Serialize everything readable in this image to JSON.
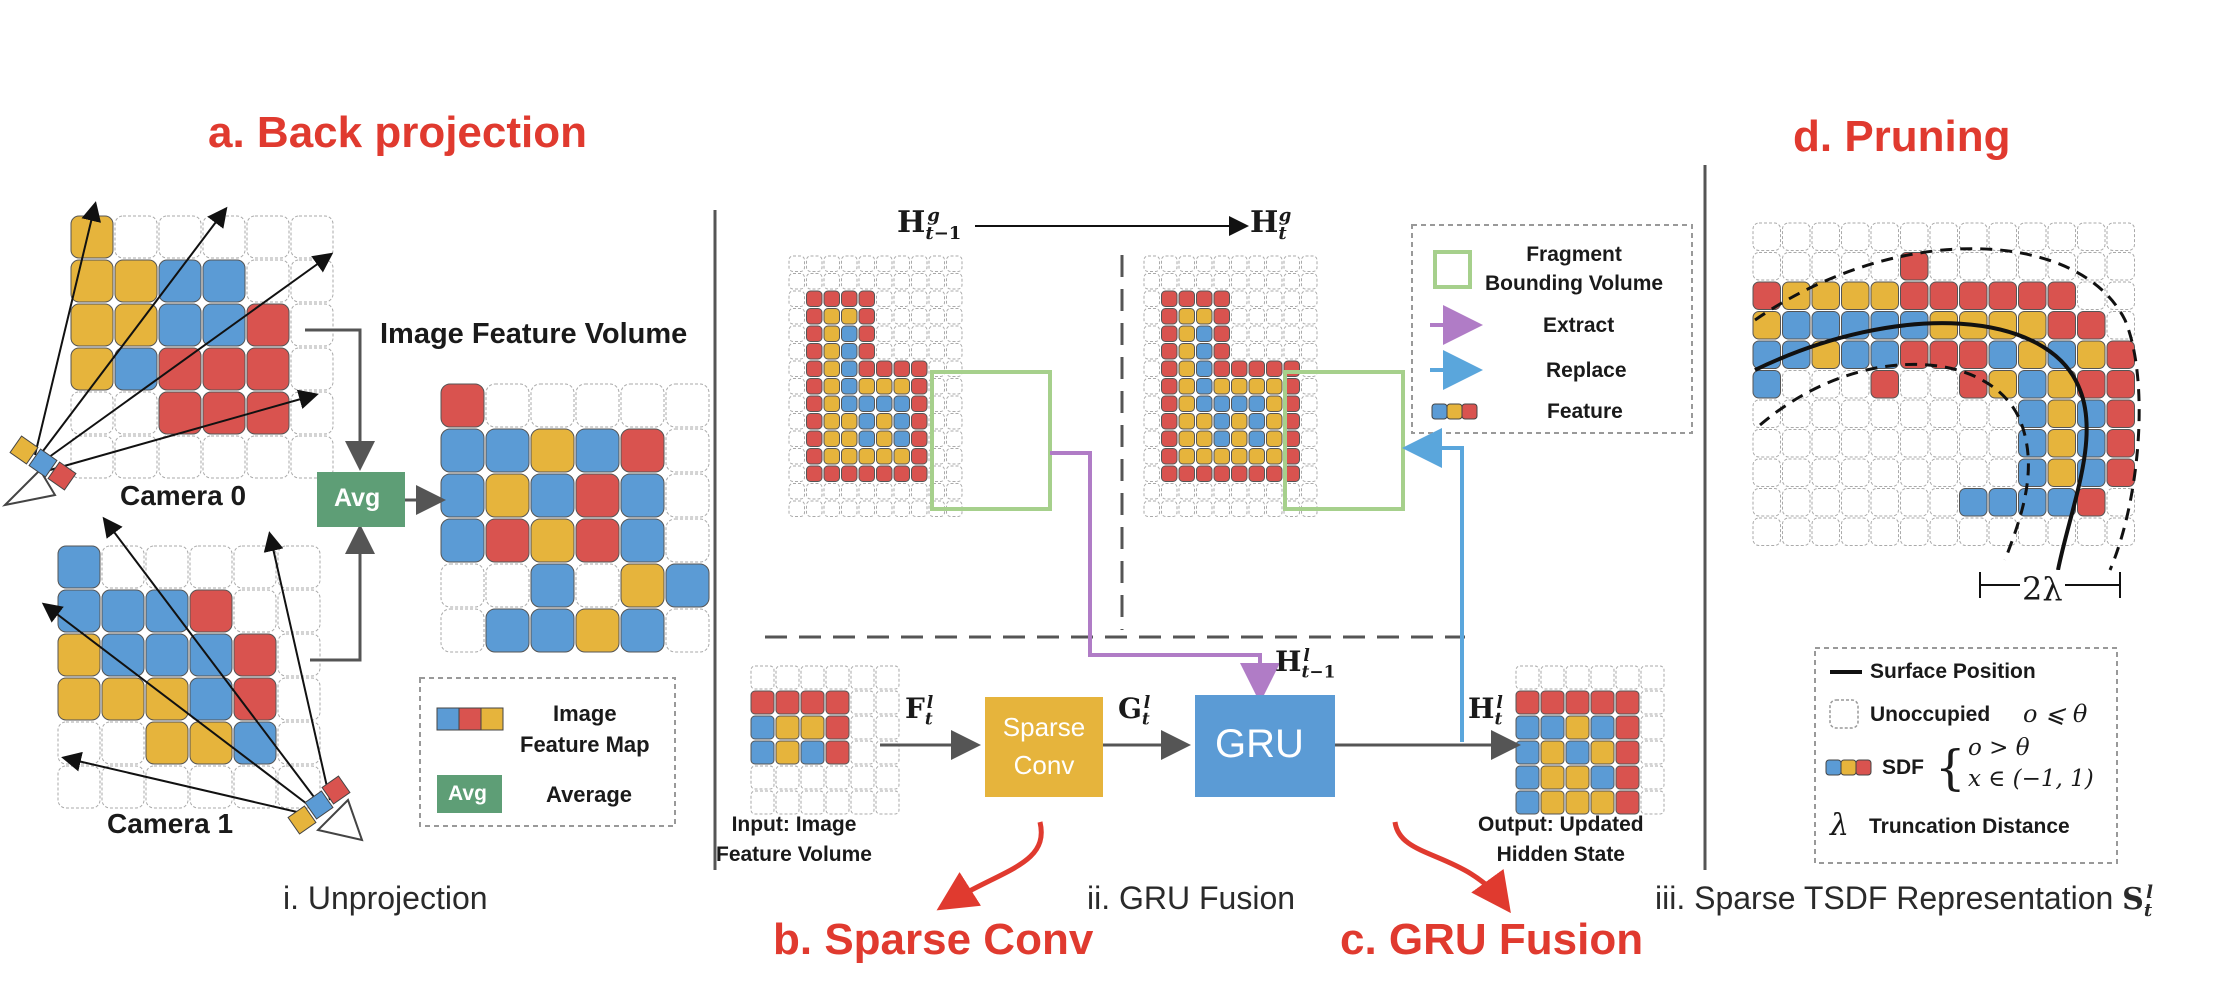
{
  "colors": {
    "red": "#d9534f",
    "yellow": "#e6b43c",
    "blue": "#5b9bd5",
    "green": "#5e9e76",
    "accent": "#e03a2f",
    "purple": "#b07cc6",
    "arrow_blue": "#5aa6dc",
    "bbox": "#a6d08c"
  },
  "titles": {
    "back_projection": "a. Back projection",
    "sparse_conv": "b. Sparse Conv",
    "gru_fusion": "c.  GRU Fusion",
    "pruning": "d.  Pruning"
  },
  "captions": {
    "unprojection": "i. Unprojection",
    "gru_fusion": "ii. GRU Fusion",
    "sparse_tsdf": "iii. Sparse TSDF Representation"
  },
  "unprojection": {
    "image_feature_volume": "Image Feature Volume",
    "camera0": "Camera 0",
    "camera1": "Camera 1",
    "avg": "Avg",
    "legend": {
      "image_feature_map": "Image\nFeature Map",
      "avg_badge": "Avg",
      "average": "Average"
    }
  },
  "gru": {
    "h_global_prev": "H",
    "h_global_cur": "H",
    "legend": {
      "fragment_bbox": "Fragment\nBounding Volume",
      "extract": "Extract",
      "replace": "Replace",
      "feature": "Feature"
    },
    "input_label": "Input: Image\nFeature Volume",
    "output_label": "Output: Updated\nHidden State",
    "sparse_conv_box": "Sparse\nConv",
    "gru_box": "GRU",
    "f_label": "F",
    "g_label": "G",
    "h_local_prev": "H",
    "h_local": "H"
  },
  "tsdf": {
    "two_lambda": "2λ",
    "legend": {
      "surface_position": "Surface Position",
      "unoccupied": "Unoccupied",
      "unoccupied_cond": "o ⩽ θ",
      "sdf": "SDF",
      "sdf_cond1": "o > θ",
      "sdf_cond2": "x ∈ (−1, 1)",
      "lambda": "λ",
      "truncation": "Truncation Distance"
    }
  },
  "grids": {
    "gru_global_prev": [
      "..........",
      "..........",
      ".RRRR.....",
      ".RYYR.....",
      ".RYBR.....",
      ".RYBR.....",
      ".RYBRRRR..",
      ".RYBYYYR..",
      ".RYBBBBR..",
      ".RYYBYBR..",
      ".RYYBYBR..",
      ".RYYYYYR..",
      ".RRRRRRR..",
      "..........",
      ".........."
    ],
    "gru_global_cur": [
      "..........",
      "..........",
      ".RRRR.....",
      ".RYYR.....",
      ".RYBR.....",
      ".RYBR.....",
      ".RYBRRRRR.",
      ".RYBYYYYR.",
      ".RYBBBBYR.",
      ".RYYBYBYR.",
      ".RYYBYBYR.",
      ".RYYYYYYR.",
      ".RRRRRRRR.",
      "..........",
      ".........."
    ],
    "img_vol": [
      "R.....",
      "BBYBR.",
      "BYBRB.",
      "BRYRB.",
      "..B.YB",
      ".BBYB."
    ],
    "gru_input": [
      "......",
      "RRRR..",
      "BYYR..",
      "BYBR..",
      "......",
      "......"
    ],
    "gru_output": [
      "......",
      "RRRRR.",
      "BBYBR.",
      "BYBYR.",
      "BYYBR.",
      "BYYYR."
    ],
    "tsdf": [
      "..........",
      ".....R......",
      "RYYYYRRRRRR..",
      "YBBBBBYYYYRR.",
      "BBYBBRRRBYBYR",
      "B...R..RYBYRR",
      ".........BYBR",
      ".........BYBR",
      ".........BYBR",
      ".......BBBBR.",
      "............."
    ],
    "cam0": [
      "Y.....",
      "YYBB..",
      "YYBBR.",
      "YBRRR.",
      "..RRR.",
      "......"
    ],
    "cam1": [
      "B.....",
      "BBBR..",
      "YBBBR.",
      "YYYBR.",
      "..YYB.",
      "......"
    ]
  }
}
